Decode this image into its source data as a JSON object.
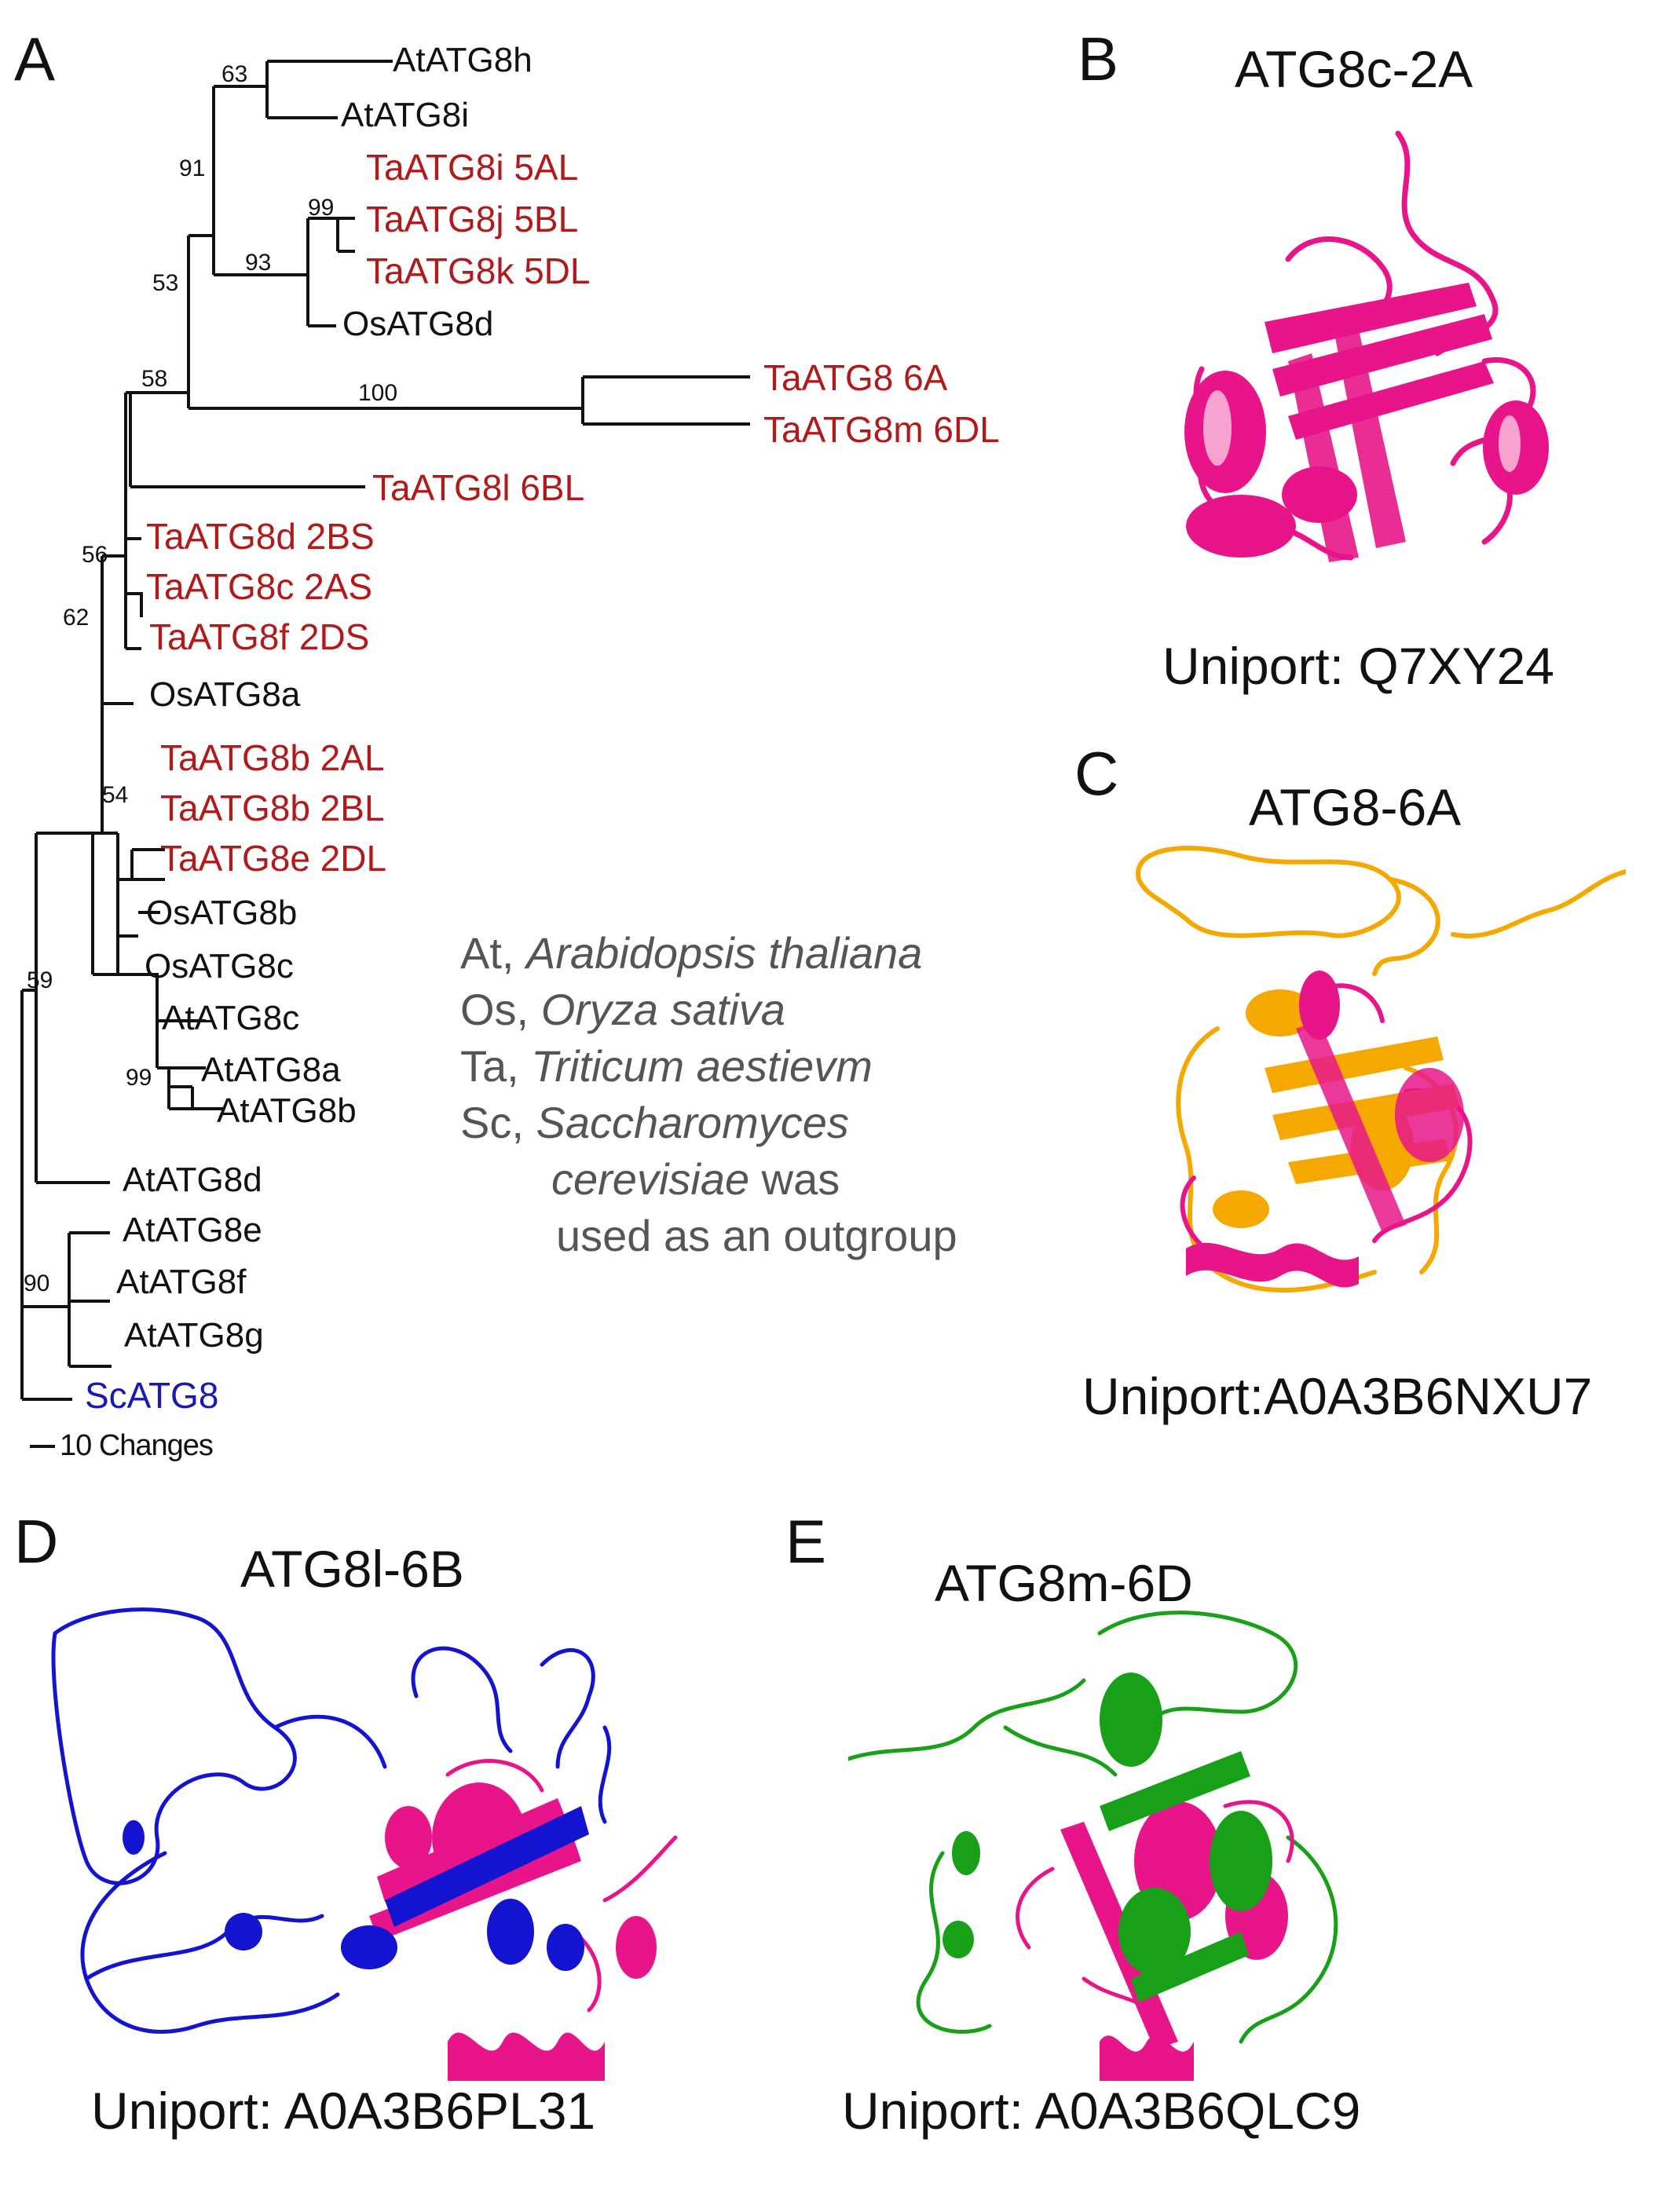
{
  "panels": {
    "A": {
      "label": "A",
      "taxa": [
        {
          "name": "AtATG8h",
          "group": "At"
        },
        {
          "name": "AtATG8i",
          "group": "At"
        },
        {
          "name": "TaATG8i 5AL",
          "group": "Ta"
        },
        {
          "name": "TaATG8j 5BL",
          "group": "Ta"
        },
        {
          "name": "TaATG8k 5DL",
          "group": "Ta"
        },
        {
          "name": "OsATG8d",
          "group": "Os"
        },
        {
          "name": "TaATG8 6A",
          "group": "Ta"
        },
        {
          "name": "TaATG8m 6DL",
          "group": "Ta"
        },
        {
          "name": "TaATG8l 6BL",
          "group": "Ta"
        },
        {
          "name": "TaATG8d 2BS",
          "group": "Ta"
        },
        {
          "name": "TaATG8c 2AS",
          "group": "Ta"
        },
        {
          "name": "TaATG8f 2DS",
          "group": "Ta"
        },
        {
          "name": "OsATG8a",
          "group": "Os"
        },
        {
          "name": "TaATG8b 2AL",
          "group": "Ta"
        },
        {
          "name": "TaATG8b 2BL",
          "group": "Ta"
        },
        {
          "name": "TaATG8e 2DL",
          "group": "Ta"
        },
        {
          "name": "OsATG8b",
          "group": "Os"
        },
        {
          "name": "OsATG8c",
          "group": "Os"
        },
        {
          "name": "AtATG8c",
          "group": "At"
        },
        {
          "name": "AtATG8a",
          "group": "At"
        },
        {
          "name": "AtATG8b",
          "group": "At"
        },
        {
          "name": "AtATG8d",
          "group": "At"
        },
        {
          "name": "AtATG8e",
          "group": "At"
        },
        {
          "name": "AtATG8f",
          "group": "At"
        },
        {
          "name": "AtATG8g",
          "group": "At"
        },
        {
          "name": "ScATG8",
          "group": "Sc"
        }
      ],
      "bootstrap": [
        "63",
        "91",
        "99",
        "93",
        "53",
        "100",
        "58",
        "56",
        "62",
        "54",
        "99",
        "59",
        "90"
      ],
      "scale_bar": "10 Changes",
      "legend": [
        {
          "abbr": "At,",
          "species": "Arabidopsis thaliana"
        },
        {
          "abbr": "Os,",
          "species": "Oryza sativa"
        },
        {
          "abbr": "Ta,",
          "species": "Triticum aestievm"
        },
        {
          "abbr": "Sc,",
          "species": "Saccharomyces"
        }
      ],
      "legend_line5_italic": "cerevisiae",
      "legend_line5_rest": " was",
      "legend_line6": "used as an outgroup"
    },
    "B": {
      "label": "B",
      "title": "ATG8c-2A",
      "uniprot": "Uniport: Q7XY24"
    },
    "C": {
      "label": "C",
      "title": "ATG8-6A",
      "uniprot": "Uniport:A0A3B6NXU7"
    },
    "D": {
      "label": "D",
      "title": "ATG8l-6B",
      "uniprot": "Uniport: A0A3B6PL31"
    },
    "E": {
      "label": "E",
      "title": "ATG8m-6D",
      "uniprot": "Uniport: A0A3B6QLC9"
    }
  },
  "colors": {
    "wheat": "#b01a1a",
    "yeast": "#1a1ab0",
    "other": "#111111",
    "legend": "#555555",
    "magenta": "#e8158a",
    "orange": "#f5a800",
    "blue": "#1414d0",
    "green": "#18a018"
  }
}
